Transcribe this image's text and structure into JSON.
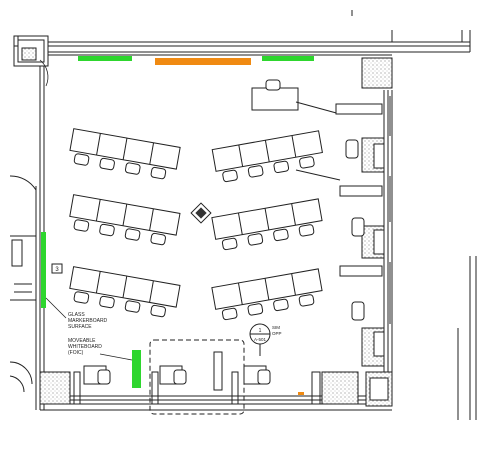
{
  "labels": {
    "glass_markerboard": [
      "GLASS",
      "MARKERBOARD",
      "SURFACE"
    ],
    "moveable_whiteboard": [
      "MOVEABLE",
      "WHITEBOARD",
      "(FOIC)"
    ],
    "sim_opp": [
      "SIM",
      "OPP"
    ],
    "callout_top": "1",
    "callout_bottom": "A-501",
    "tag": "3"
  },
  "colors": {
    "green_marker": "#2ed62e",
    "orange_marker": "#f08a12",
    "line": "#222222",
    "hatch": "#9a9a9a",
    "background": "#ffffff"
  },
  "icons": {
    "column": "column-icon"
  }
}
